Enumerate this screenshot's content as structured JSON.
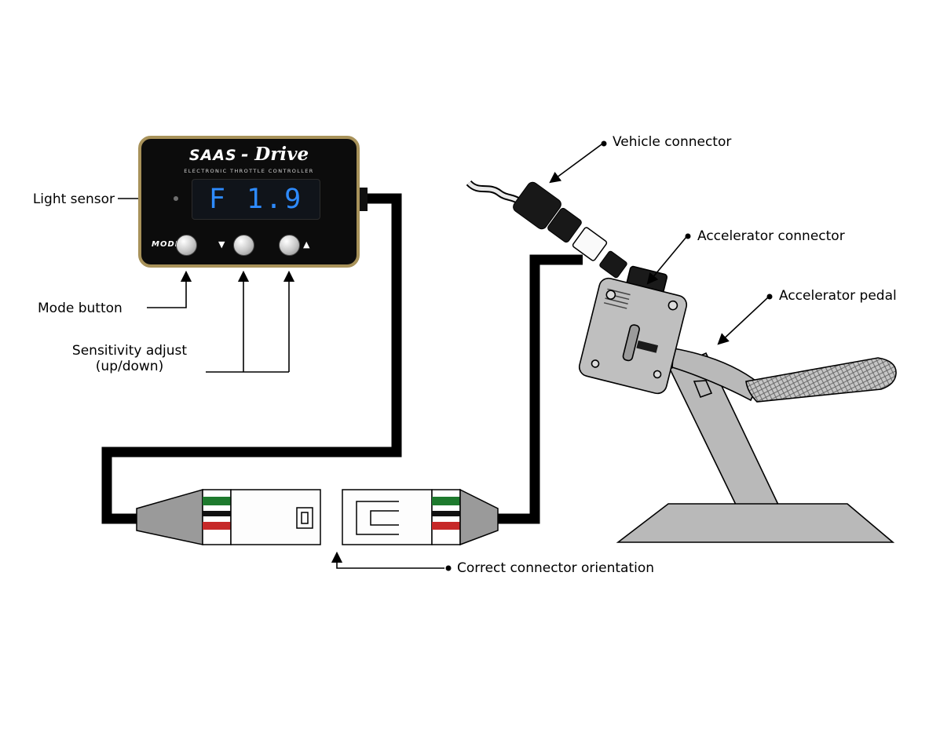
{
  "device": {
    "brand": "SAAS",
    "brand_suffix": "- Drive",
    "subtitle": "ELECTRONIC THROTTLE CONTROLLER",
    "display_value": "F 1.9",
    "mode_label": "MODE",
    "down_glyph": "▼",
    "up_glyph": "▲"
  },
  "labels": {
    "light_sensor": "Light sensor",
    "mode_button": "Mode button",
    "sensitivity_line1": "Sensitivity adjust",
    "sensitivity_line2": "(up/down)",
    "vehicle_connector": "Vehicle connector",
    "accelerator_connector": "Accelerator connector",
    "accelerator_pedal": "Accelerator pedal",
    "correct_orientation": "Correct connector orientation"
  },
  "colors": {
    "device_bezel_gold": "#a8925a",
    "display_blue": "#2e8bff",
    "wire_green": "#1e7a2e",
    "wire_red": "#c62828",
    "metal_gray": "#bfbfbf",
    "cable_black": "#000000"
  }
}
